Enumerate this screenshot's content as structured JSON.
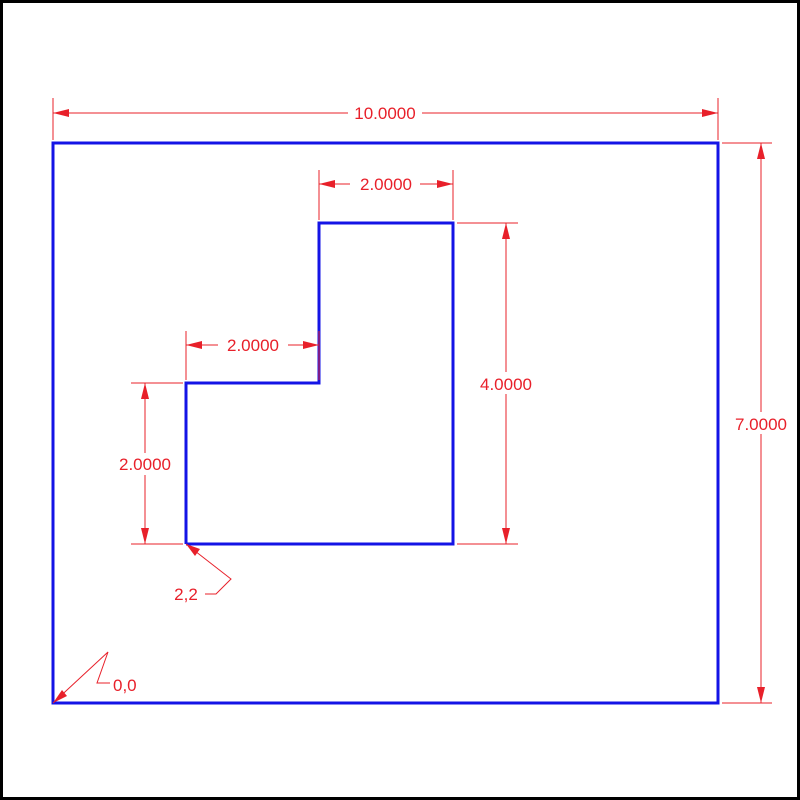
{
  "colors": {
    "geometry": "#1414e6",
    "dimension": "#e8202a",
    "frame": "#000000"
  },
  "drawing": {
    "units_per_drawing_width": 10,
    "dimensions": {
      "overall_width": "10.0000",
      "overall_height": "7.0000",
      "top_step_width": "2.0000",
      "inner_height": "4.0000",
      "lower_step_width": "2.0000",
      "lower_step_height": "2.0000"
    },
    "points": {
      "inner_corner": "2,2",
      "origin": "0,0"
    }
  }
}
